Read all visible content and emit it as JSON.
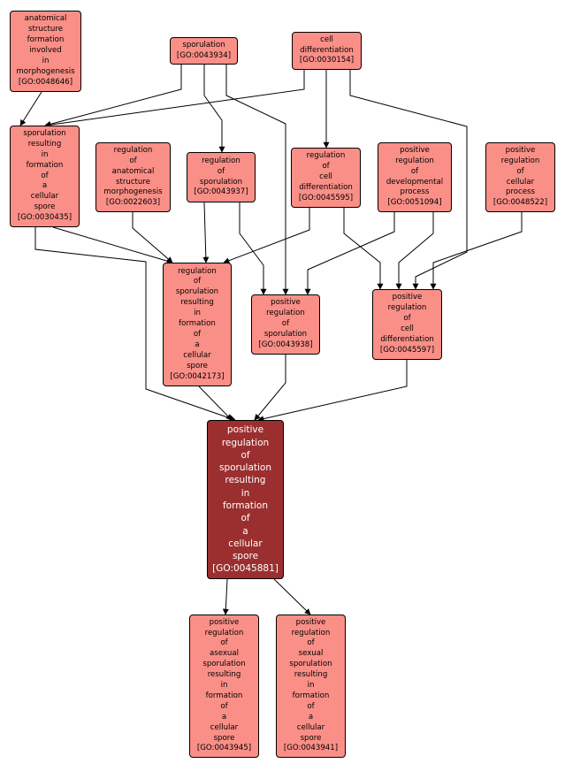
{
  "colors": {
    "node_fill": "#fa8f87",
    "focus_fill": "#9b2f2f",
    "border": "#000000",
    "edge": "#000000",
    "background": "#ffffff"
  },
  "nodes": [
    {
      "id": "GO:0048646",
      "lines": [
        "anatomical",
        "structure",
        "formation",
        "involved",
        "in",
        "morphogenesis",
        "[GO:0048646]"
      ]
    },
    {
      "id": "GO:0043934",
      "lines": [
        "sporulation",
        "[GO:0043934]"
      ]
    },
    {
      "id": "GO:0030154",
      "lines": [
        "cell",
        "differentiation",
        "[GO:0030154]"
      ]
    },
    {
      "id": "GO:0030435",
      "lines": [
        "sporulation",
        "resulting",
        "in",
        "formation",
        "of",
        "a",
        "cellular",
        "spore",
        "[GO:0030435]"
      ]
    },
    {
      "id": "GO:0022603",
      "lines": [
        "regulation",
        "of",
        "anatomical",
        "structure",
        "morphogenesis",
        "[GO:0022603]"
      ]
    },
    {
      "id": "GO:0043937",
      "lines": [
        "regulation",
        "of",
        "sporulation",
        "[GO:0043937]"
      ]
    },
    {
      "id": "GO:0045595",
      "lines": [
        "regulation",
        "of",
        "cell",
        "differentiation",
        "[GO:0045595]"
      ]
    },
    {
      "id": "GO:0051094",
      "lines": [
        "positive",
        "regulation",
        "of",
        "developmental",
        "process",
        "[GO:0051094]"
      ]
    },
    {
      "id": "GO:0048522",
      "lines": [
        "positive",
        "regulation",
        "of",
        "cellular",
        "process",
        "[GO:0048522]"
      ]
    },
    {
      "id": "GO:0042173",
      "lines": [
        "regulation",
        "of",
        "sporulation",
        "resulting",
        "in",
        "formation",
        "of",
        "a",
        "cellular",
        "spore",
        "[GO:0042173]"
      ]
    },
    {
      "id": "GO:0043938",
      "lines": [
        "positive",
        "regulation",
        "of",
        "sporulation",
        "[GO:0043938]"
      ]
    },
    {
      "id": "GO:0045597",
      "lines": [
        "positive",
        "regulation",
        "of",
        "cell",
        "differentiation",
        "[GO:0045597]"
      ]
    },
    {
      "id": "GO:0045881",
      "focus": true,
      "lines": [
        "positive",
        "regulation",
        "of",
        "sporulation",
        "resulting",
        "in",
        "formation",
        "of",
        "a",
        "cellular",
        "spore",
        "[GO:0045881]"
      ]
    },
    {
      "id": "GO:0043945",
      "lines": [
        "positive",
        "regulation",
        "of",
        "asexual",
        "sporulation",
        "resulting",
        "in",
        "formation",
        "of",
        "a",
        "cellular",
        "spore",
        "[GO:0043945]"
      ]
    },
    {
      "id": "GO:0043941",
      "lines": [
        "positive",
        "regulation",
        "of",
        "sexual",
        "sporulation",
        "resulting",
        "in",
        "formation",
        "of",
        "a",
        "cellular",
        "spore",
        "[GO:0043941]"
      ]
    }
  ],
  "edges": [
    {
      "from": "GO:0048646",
      "to": "GO:0030435"
    },
    {
      "from": "GO:0043934",
      "to": "GO:0030435"
    },
    {
      "from": "GO:0030154",
      "to": "GO:0030435"
    },
    {
      "from": "GO:0043934",
      "to": "GO:0043937"
    },
    {
      "from": "GO:0030154",
      "to": "GO:0045595"
    },
    {
      "from": "GO:0043934",
      "to": "GO:0043938"
    },
    {
      "from": "GO:0030154",
      "to": "GO:0045597"
    },
    {
      "from": "GO:0030435",
      "to": "GO:0042173"
    },
    {
      "from": "GO:0022603",
      "to": "GO:0042173"
    },
    {
      "from": "GO:0043937",
      "to": "GO:0042173"
    },
    {
      "from": "GO:0045595",
      "to": "GO:0042173"
    },
    {
      "from": "GO:0043937",
      "to": "GO:0043938"
    },
    {
      "from": "GO:0051094",
      "to": "GO:0043938"
    },
    {
      "from": "GO:0045595",
      "to": "GO:0045597"
    },
    {
      "from": "GO:0051094",
      "to": "GO:0045597"
    },
    {
      "from": "GO:0048522",
      "to": "GO:0045597"
    },
    {
      "from": "GO:0030435",
      "to": "GO:0045881"
    },
    {
      "from": "GO:0042173",
      "to": "GO:0045881"
    },
    {
      "from": "GO:0043938",
      "to": "GO:0045881"
    },
    {
      "from": "GO:0045597",
      "to": "GO:0045881"
    },
    {
      "from": "GO:0045881",
      "to": "GO:0043945"
    },
    {
      "from": "GO:0045881",
      "to": "GO:0043941"
    }
  ]
}
